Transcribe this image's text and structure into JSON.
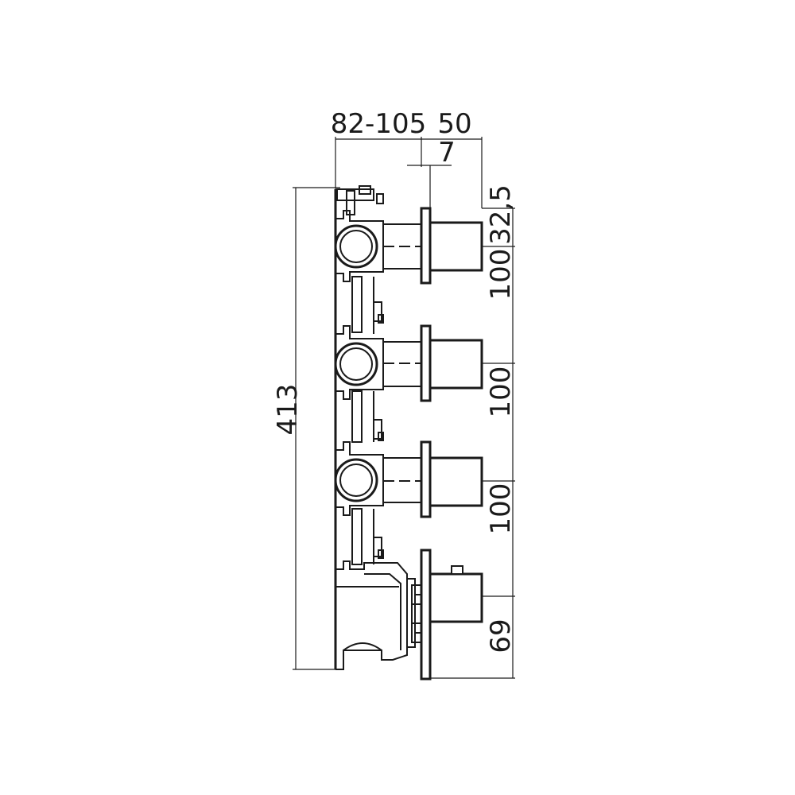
{
  "dimensions": {
    "depth_range": "82-105",
    "handle_depth": "50",
    "plate_thickness": "7",
    "total_height": "413",
    "top_offset": "32,5",
    "pitch_1": "100",
    "pitch_2": "100",
    "pitch_3": "100",
    "bottom_offset": "69"
  },
  "colors": {
    "line": "#1a1a1a",
    "background": "#ffffff"
  }
}
